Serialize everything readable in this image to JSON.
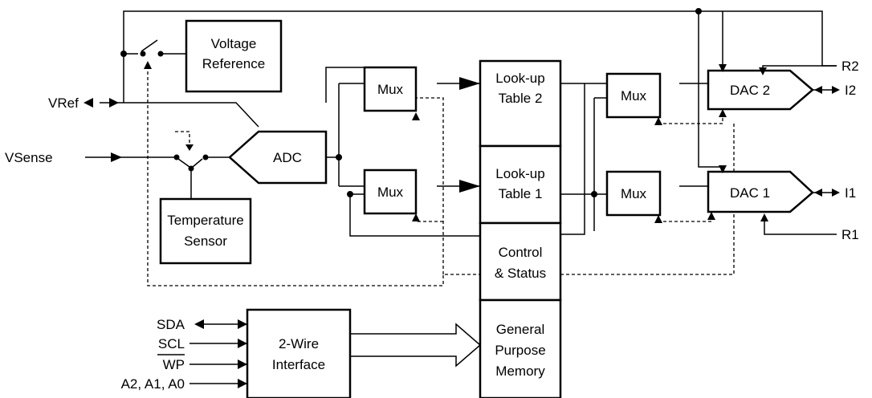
{
  "blocks": {
    "voltage_reference": [
      "Voltage",
      "Reference"
    ],
    "temperature_sensor": [
      "Temperature",
      "Sensor"
    ],
    "adc": "ADC",
    "mux": "Mux",
    "lut2": [
      "Look-up",
      "Table 2"
    ],
    "lut1": [
      "Look-up",
      "Table 1"
    ],
    "control_status": [
      "Control",
      "& Status"
    ],
    "general_purpose_memory": [
      "General",
      "Purpose",
      "Memory"
    ],
    "two_wire_interface": [
      "2-Wire",
      "Interface"
    ],
    "dac2": "DAC 2",
    "dac1": "DAC 1"
  },
  "pins": {
    "vref": "VRef",
    "vsense": "VSense",
    "sda": "SDA",
    "scl": "SCL",
    "wp": "WP",
    "addr": "A2, A1, A0",
    "r2": "R2",
    "i2": "I2",
    "i1": "I1",
    "r1": "R1"
  }
}
